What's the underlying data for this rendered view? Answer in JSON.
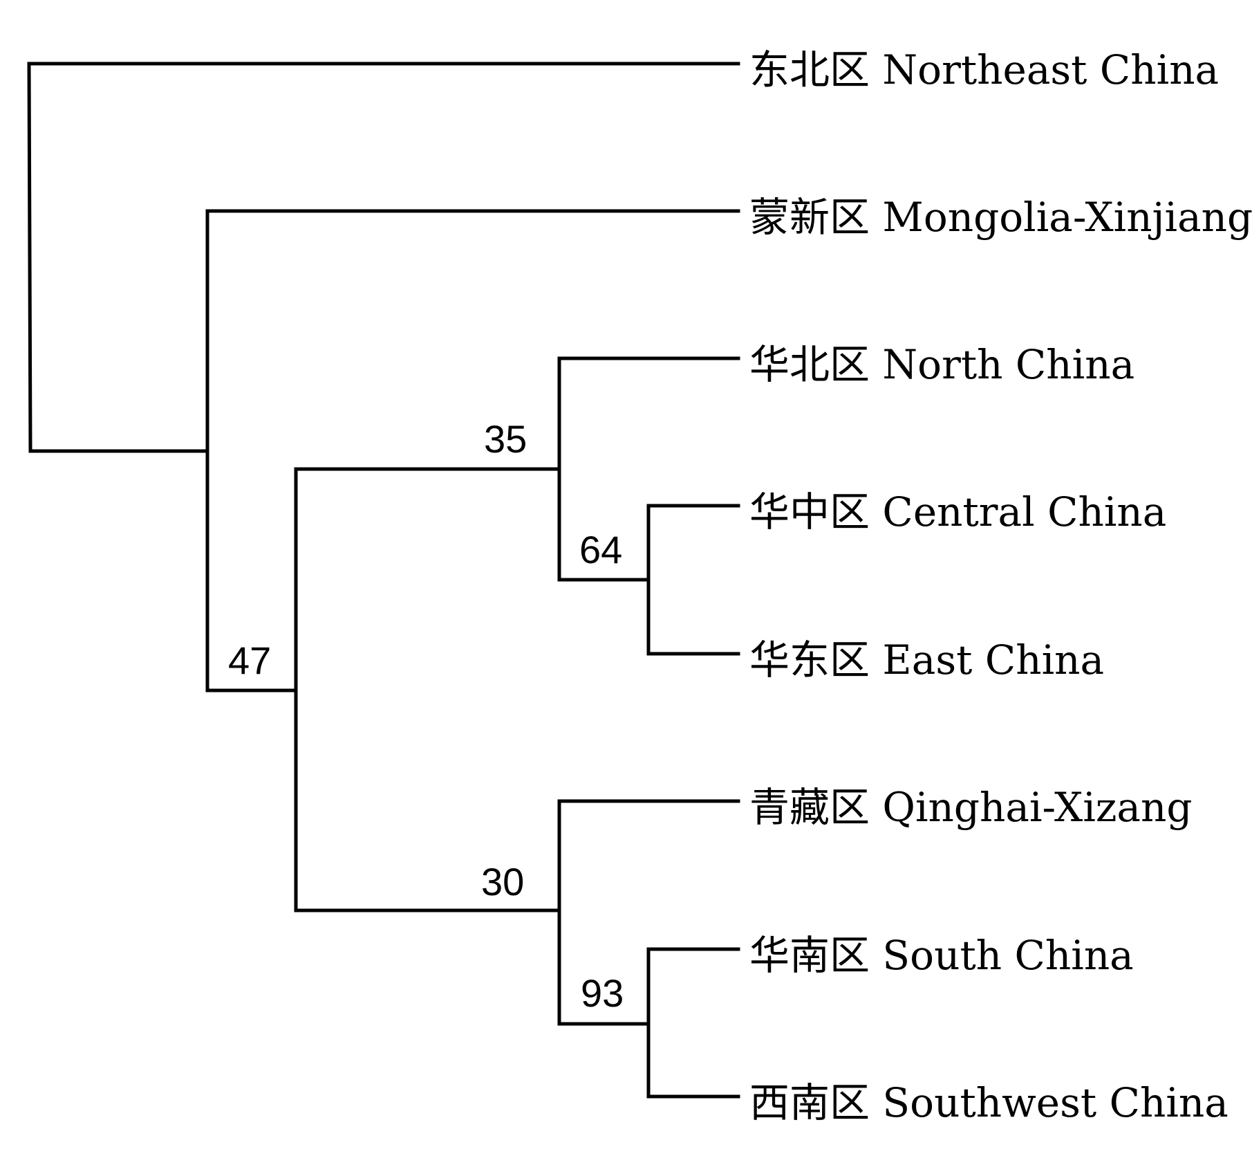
{
  "tree": {
    "taxa": [
      {
        "id": "ne",
        "label": "东北区 Northeast China"
      },
      {
        "id": "mx",
        "label": "蒙新区 Mongolia-Xinjiang"
      },
      {
        "id": "n",
        "label": "华北区 North China"
      },
      {
        "id": "c",
        "label": "华中区 Central China"
      },
      {
        "id": "e",
        "label": "华东区 East China"
      },
      {
        "id": "qx",
        "label": "青藏区 Qinghai-Xizang"
      },
      {
        "id": "s",
        "label": "华南区 South China"
      },
      {
        "id": "sw",
        "label": "西南区 Southwest China"
      }
    ],
    "support": {
      "north_central_east": "35",
      "central_east": "64",
      "core_clade": "47",
      "qinghai_south_southwest": "30",
      "south_southwest": "93"
    },
    "colors": {
      "line": "#000000",
      "text": "#000000",
      "background": "#ffffff"
    }
  }
}
